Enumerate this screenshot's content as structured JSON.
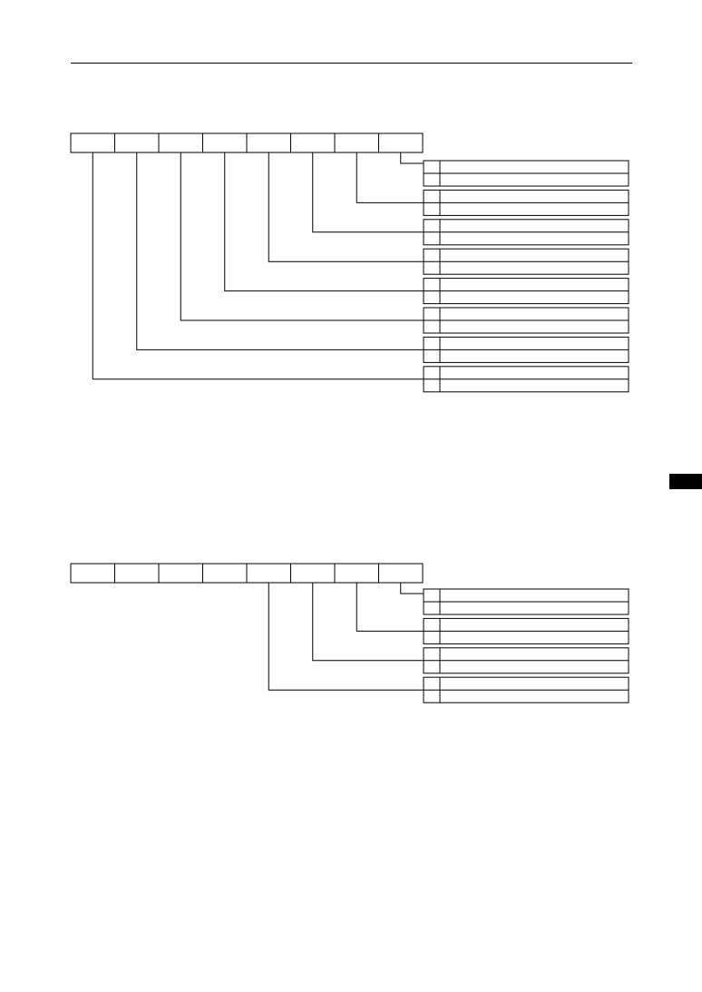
{
  "colors": {
    "line": "#000000",
    "background": "#ffffff",
    "side_tab": "#000000"
  },
  "diagrams": [
    {
      "id": "register-diagram-1",
      "bit_cells": 8,
      "field_rows": 8
    },
    {
      "id": "register-diagram-2",
      "bit_cells": 8,
      "field_rows": 4
    }
  ]
}
